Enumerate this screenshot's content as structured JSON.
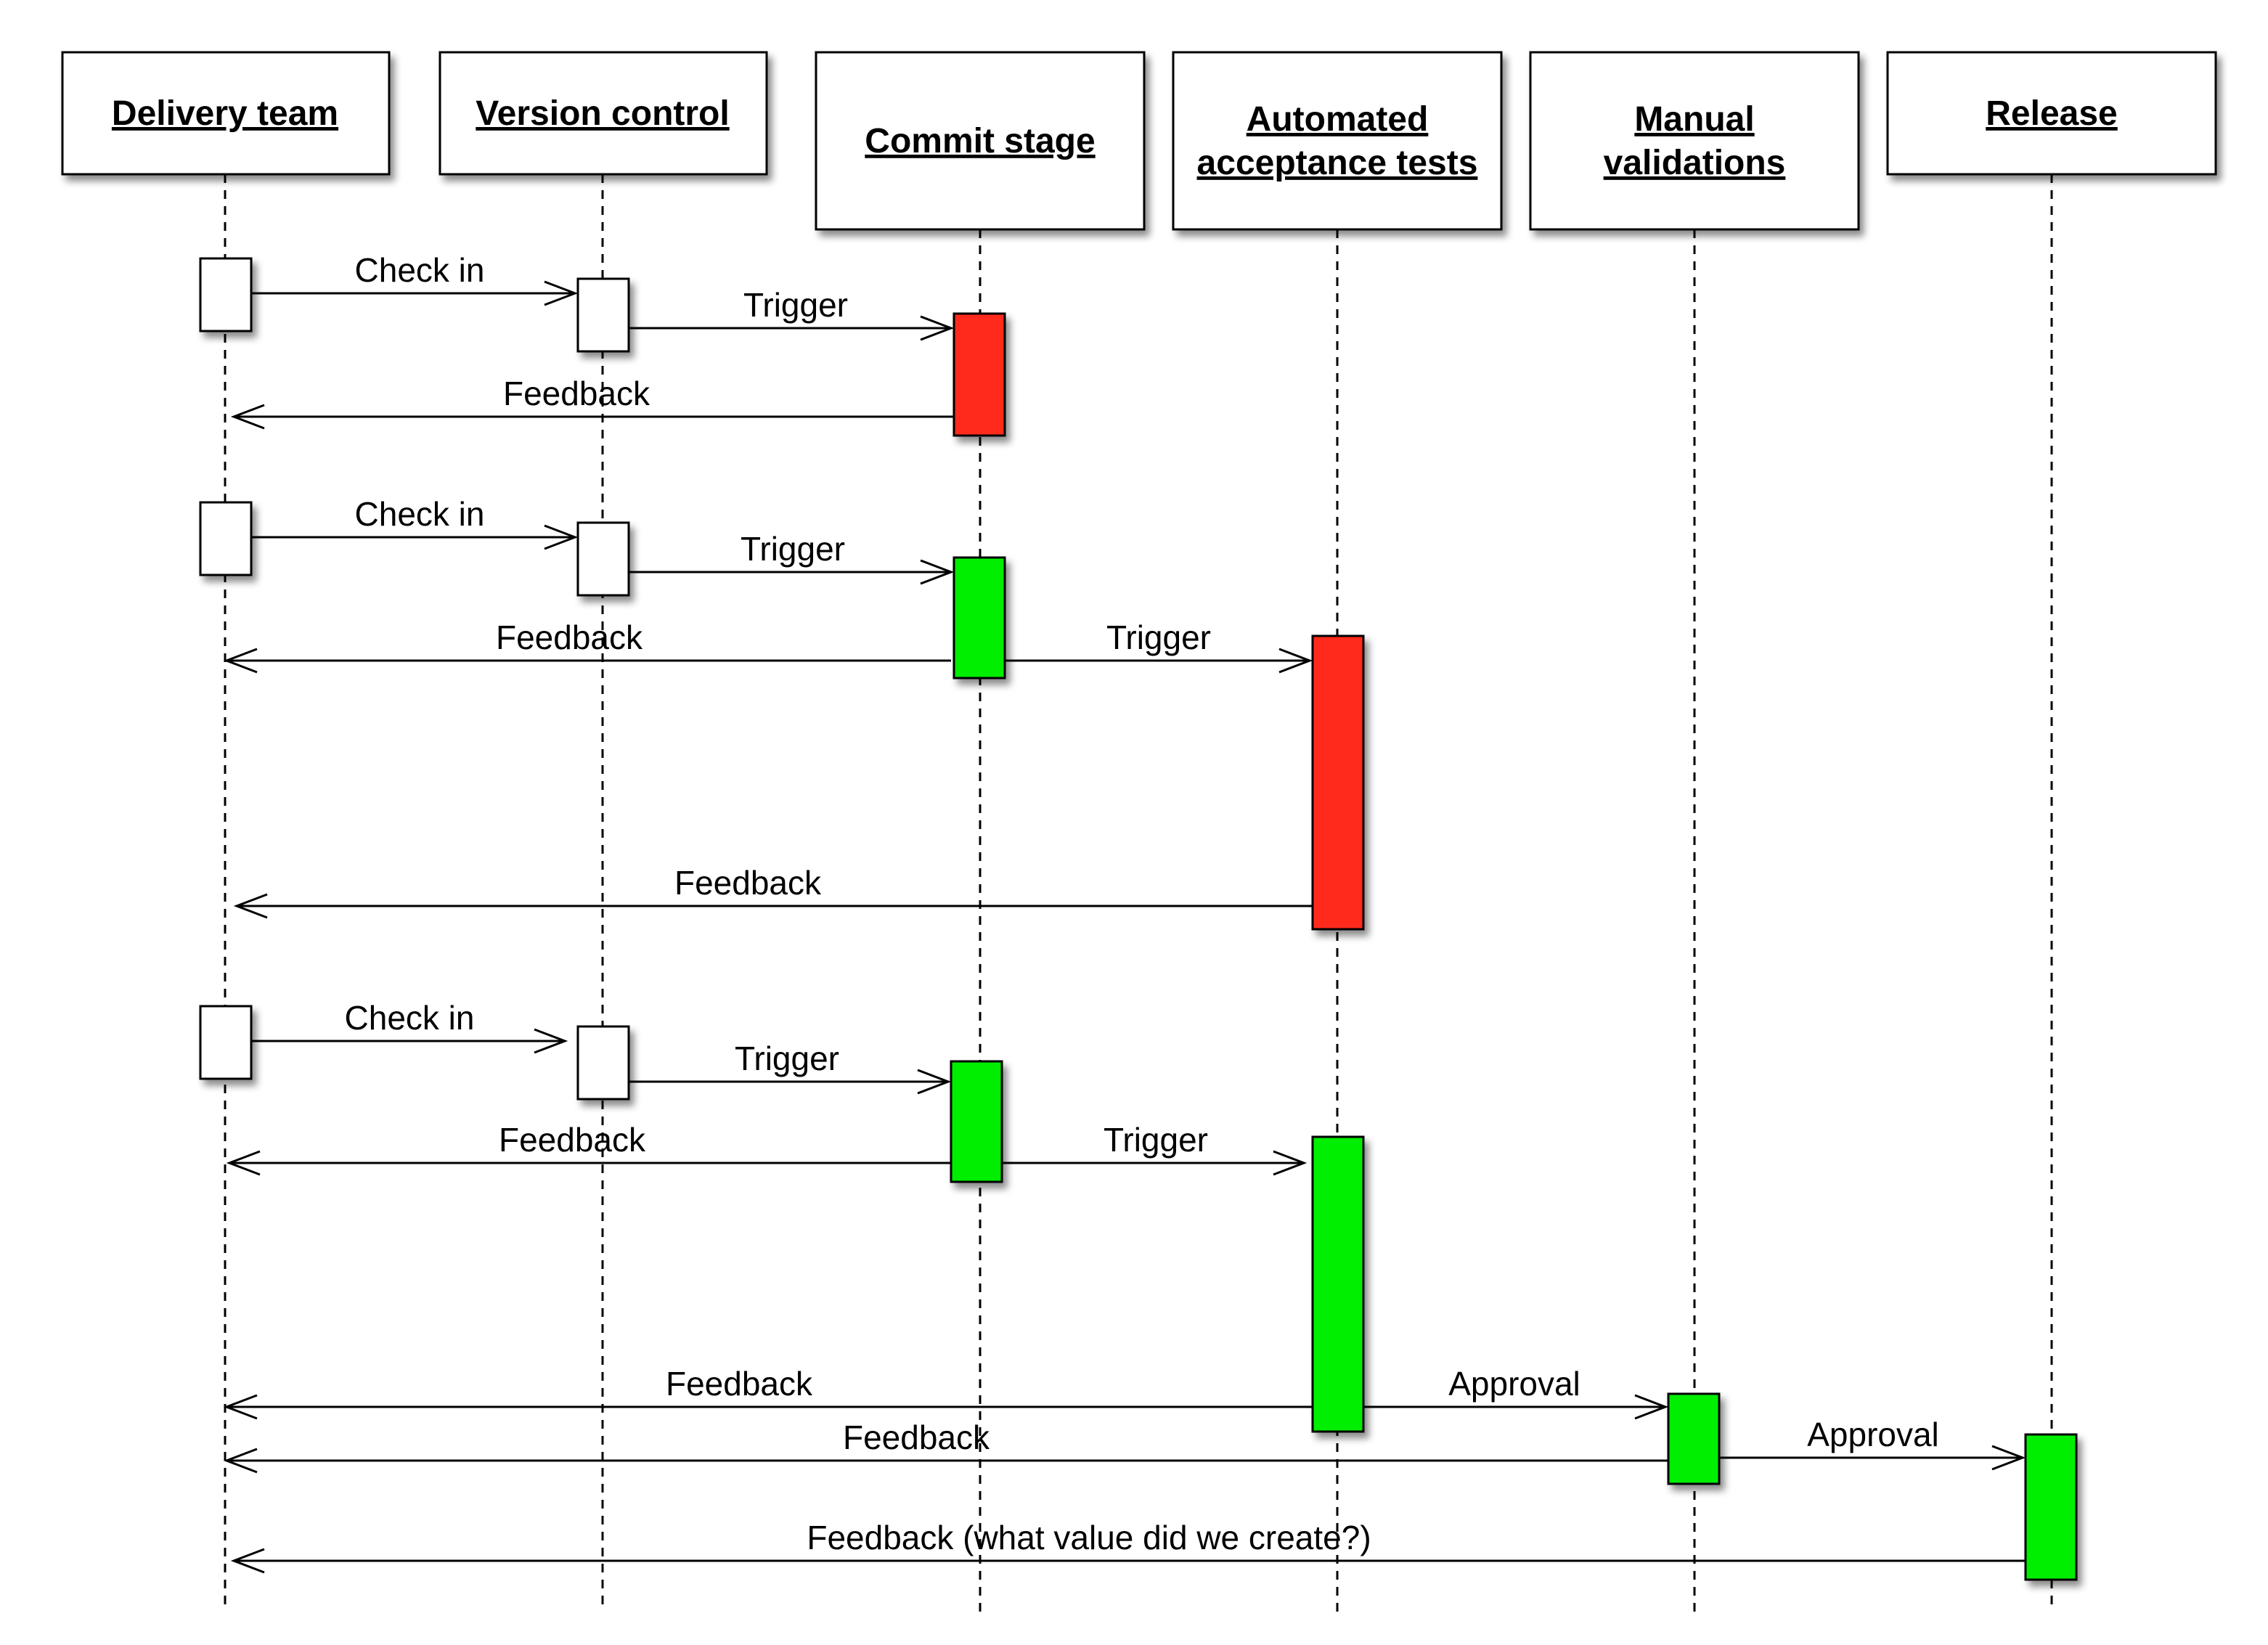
{
  "participants": [
    {
      "id": "delivery",
      "label_lines": [
        "Delivery team"
      ]
    },
    {
      "id": "vcs",
      "label_lines": [
        "Version control"
      ]
    },
    {
      "id": "commit",
      "label_lines": [
        "Commit stage"
      ]
    },
    {
      "id": "acceptance",
      "label_lines": [
        "Automated",
        "acceptance tests"
      ]
    },
    {
      "id": "manual",
      "label_lines": [
        "Manual",
        "validations"
      ]
    },
    {
      "id": "release",
      "label_lines": [
        "Release"
      ]
    }
  ],
  "colors": {
    "pass": "#00ee00",
    "fail": "#ff2a1f",
    "neutral": "#ffffff"
  },
  "activations": [
    {
      "participant": "delivery",
      "status": "neutral"
    },
    {
      "participant": "vcs",
      "status": "neutral"
    },
    {
      "participant": "commit",
      "status": "fail"
    },
    {
      "participant": "delivery",
      "status": "neutral"
    },
    {
      "participant": "vcs",
      "status": "neutral"
    },
    {
      "participant": "commit",
      "status": "pass"
    },
    {
      "participant": "acceptance",
      "status": "fail"
    },
    {
      "participant": "delivery",
      "status": "neutral"
    },
    {
      "participant": "vcs",
      "status": "neutral"
    },
    {
      "participant": "commit",
      "status": "pass"
    },
    {
      "participant": "acceptance",
      "status": "pass"
    },
    {
      "participant": "manual",
      "status": "pass"
    },
    {
      "participant": "release",
      "status": "pass"
    }
  ],
  "messages": [
    {
      "from": "delivery",
      "to": "vcs",
      "label": "Check in"
    },
    {
      "from": "vcs",
      "to": "commit",
      "label": "Trigger"
    },
    {
      "from": "commit",
      "to": "delivery",
      "label": "Feedback"
    },
    {
      "from": "delivery",
      "to": "vcs",
      "label": "Check in"
    },
    {
      "from": "vcs",
      "to": "commit",
      "label": "Trigger"
    },
    {
      "from": "commit",
      "to": "delivery",
      "label": "Feedback"
    },
    {
      "from": "commit",
      "to": "acceptance",
      "label": "Trigger"
    },
    {
      "from": "acceptance",
      "to": "delivery",
      "label": "Feedback"
    },
    {
      "from": "delivery",
      "to": "vcs",
      "label": "Check in"
    },
    {
      "from": "vcs",
      "to": "commit",
      "label": "Trigger"
    },
    {
      "from": "commit",
      "to": "delivery",
      "label": "Feedback"
    },
    {
      "from": "commit",
      "to": "acceptance",
      "label": "Trigger"
    },
    {
      "from": "acceptance",
      "to": "delivery",
      "label": "Feedback"
    },
    {
      "from": "acceptance",
      "to": "manual",
      "label": "Approval"
    },
    {
      "from": "manual",
      "to": "delivery",
      "label": "Feedback"
    },
    {
      "from": "manual",
      "to": "release",
      "label": "Approval"
    },
    {
      "from": "release",
      "to": "delivery",
      "label": "Feedback (what value did we create?)"
    }
  ]
}
